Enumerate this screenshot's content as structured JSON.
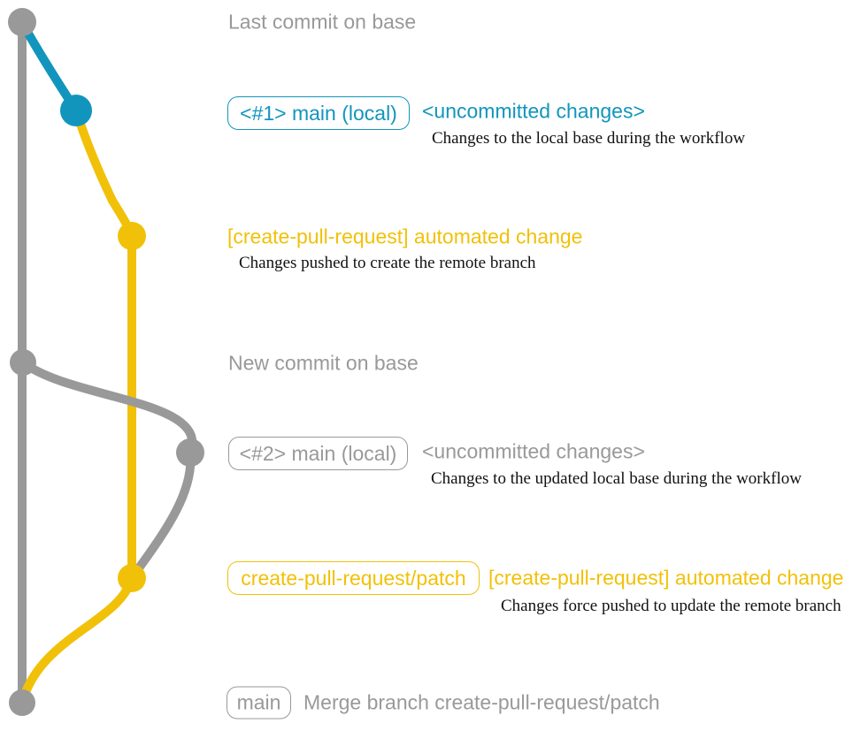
{
  "colors": {
    "base_gray": "#999999",
    "local_blue": "#1295bc",
    "branch_yellow": "#f1c109",
    "caption_black": "#111111",
    "background": "#ffffff"
  },
  "rows": {
    "last_commit": {
      "label": "Last commit on base"
    },
    "main1": {
      "tag": "<#1> main (local)",
      "note": "<uncommitted changes>",
      "caption": "Changes to the local base during the workflow"
    },
    "auto1": {
      "message": "[create-pull-request] automated change",
      "caption": "Changes pushed to create the remote branch"
    },
    "new_commit": {
      "label": "New commit on base"
    },
    "main2": {
      "tag": "<#2> main (local)",
      "note": "<uncommitted changes>",
      "caption": "Changes to the updated local base during the workflow"
    },
    "patch": {
      "tag": "create-pull-request/patch",
      "message": "[create-pull-request] automated change",
      "caption": "Changes force pushed to update the remote branch"
    },
    "merge": {
      "tag": "main",
      "message": "Merge branch create-pull-request/patch"
    }
  }
}
